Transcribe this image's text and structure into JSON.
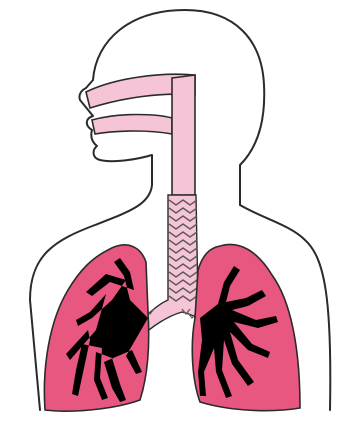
{
  "diagram": {
    "colors": {
      "background": "#ffffff",
      "outline": "#2b2b2b",
      "airway_fill": "#f5c4d6",
      "lung_fill": "#e8577f",
      "bronchi_fill": "#000000",
      "trachea_rings": "#5a5a5a"
    },
    "parts": [
      "body-outline",
      "nasal-passage",
      "oral-passage",
      "pharynx",
      "trachea",
      "left-lung",
      "right-lung",
      "left-bronchial-tree",
      "right-bronchial-tree"
    ]
  }
}
